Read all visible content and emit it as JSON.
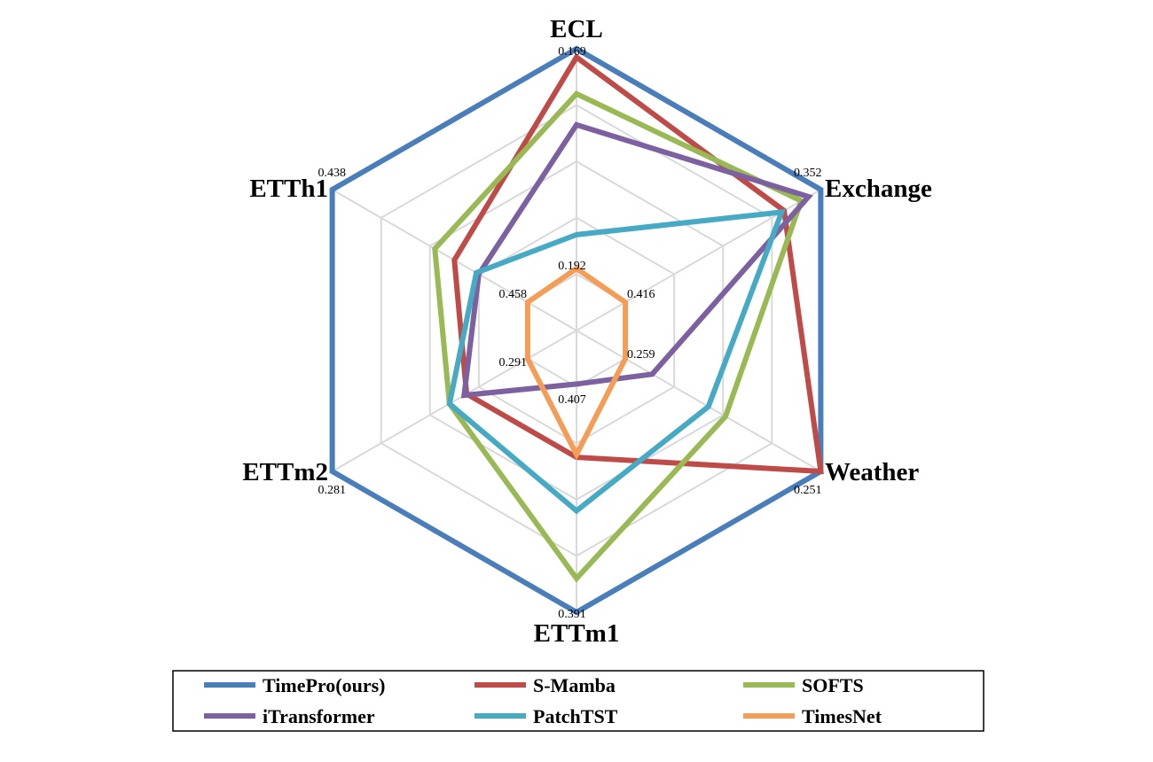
{
  "chart_data": {
    "type": "radar",
    "axes": [
      "ECL",
      "Exchange",
      "Weather",
      "ETTm1",
      "ETTm2",
      "ETTh1"
    ],
    "outer_values": [
      "0.169",
      "0.352",
      "0.251",
      "0.391",
      "0.281",
      "0.438"
    ],
    "inner_values": [
      "0.192",
      "0.416",
      "0.259",
      "0.407",
      "0.291",
      "0.458"
    ],
    "grid_levels": 5,
    "scale": [
      0,
      1
    ],
    "series": [
      {
        "name": "TimePro(ours)",
        "color": "#4A7EBB",
        "values": [
          1.0,
          1.0,
          1.0,
          1.0,
          1.0,
          1.0
        ]
      },
      {
        "name": "S-Mamba",
        "color": "#BE4B48",
        "values": [
          0.97,
          0.85,
          1.0,
          0.45,
          0.45,
          0.5
        ]
      },
      {
        "name": "SOFTS",
        "color": "#98B954",
        "values": [
          0.84,
          0.92,
          0.61,
          0.88,
          0.52,
          0.58
        ]
      },
      {
        "name": "iTransformer",
        "color": "#7D60A0",
        "values": [
          0.73,
          0.95,
          0.31,
          0.19,
          0.46,
          0.4
        ]
      },
      {
        "name": "PatchTST",
        "color": "#46AAC5",
        "values": [
          0.34,
          0.84,
          0.54,
          0.64,
          0.52,
          0.41
        ]
      },
      {
        "name": "TimesNet",
        "color": "#F59D56",
        "values": [
          0.22,
          0.2,
          0.2,
          0.44,
          0.2,
          0.2
        ]
      }
    ],
    "legend": {
      "position": "bottom",
      "columns": 3
    }
  }
}
